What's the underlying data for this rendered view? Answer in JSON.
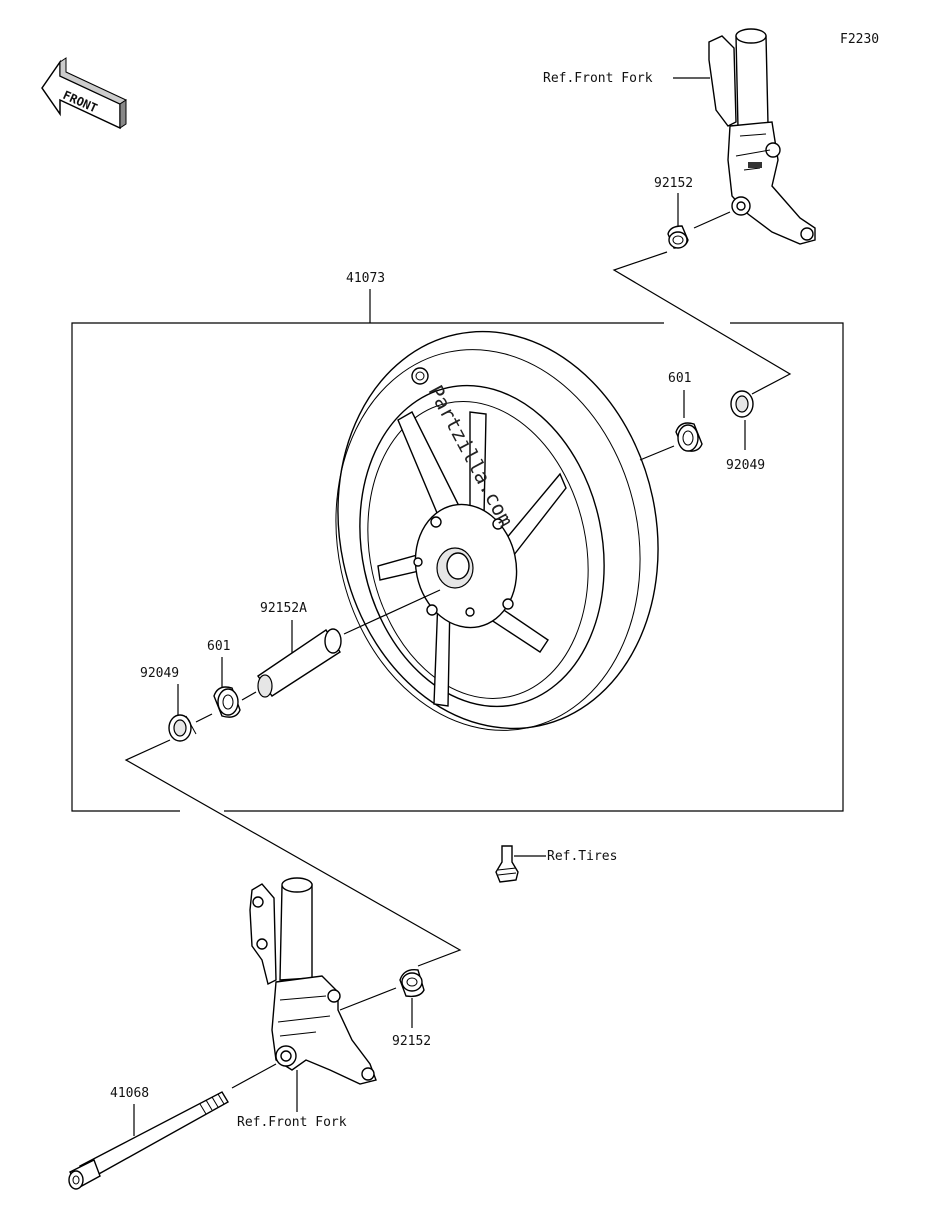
{
  "figure_code": "F2230",
  "front_arrow_label": "FRONT",
  "watermark": "Partzilla.com",
  "labels": {
    "ref_front_fork_top": "Ref.Front Fork",
    "ref_front_fork_bottom": "Ref.Front Fork",
    "ref_tires": "Ref.Tires"
  },
  "parts": {
    "wheel_assembly": "41073",
    "collar_upper": "92152",
    "collar_lower": "92152",
    "spacer_collar": "92152A",
    "bearing_right": "601",
    "bearing_left": "601",
    "seal_right": "92049",
    "seal_left": "92049",
    "axle": "41068"
  }
}
